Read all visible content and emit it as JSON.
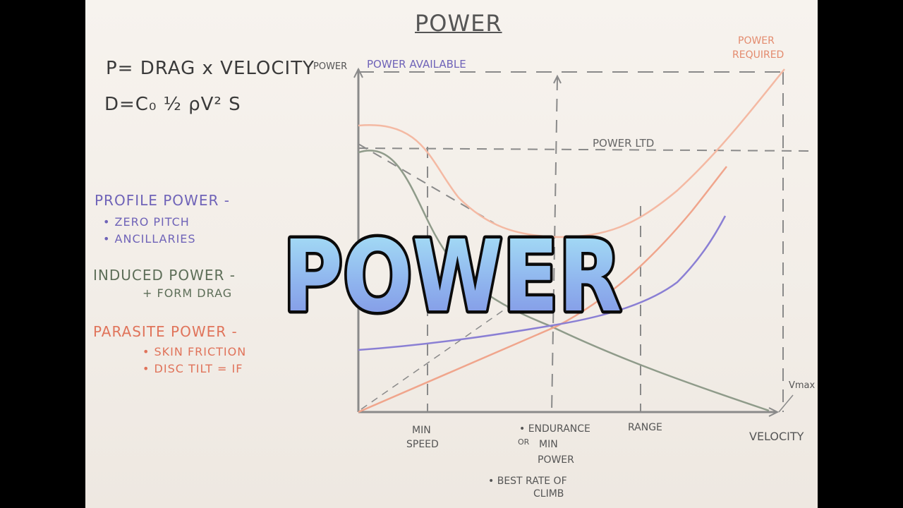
{
  "video": {
    "overlay_title": "POWER"
  },
  "whiteboard": {
    "heading": "POWER",
    "formula_power": "P= DRAG x VELOCITY",
    "formula_drag": "D=C₀ ½ ρV² S",
    "profile_power": {
      "label": "PROFILE POWER -",
      "bullets": [
        "• ZERO PITCH",
        "• ANCILLARIES"
      ]
    },
    "induced_power": {
      "label": "INDUCED POWER -",
      "bullets": [
        "+ FORM DRAG"
      ]
    },
    "parasite_power": {
      "label": "PARASITE POWER -",
      "bullets": [
        "• SKIN FRICTION",
        "• DISC TILT = IF"
      ]
    }
  },
  "graph": {
    "y_axis_label": "POWER",
    "x_axis_label": "VELOCITY",
    "power_available_label": "POWER AVAILABLE",
    "power_required_label": [
      "POWER",
      "REQUIRED"
    ],
    "power_ltd_label": "POWER LTD",
    "vmax_label": "Vmax",
    "min_speed_label": [
      "MIN",
      "SPEED"
    ],
    "endurance_label": [
      "• ENDURANCE",
      "MIN",
      "POWER"
    ],
    "or_label": "OR",
    "climb_label": [
      "• BEST RATE OF",
      "CLIMB"
    ],
    "range_label": "RANGE",
    "colors": {
      "profile": "#8a7fd4",
      "induced": "#8f9b8a",
      "parasite": "#f0a58c",
      "total": "#f4b9a3",
      "axis": "#8a8a8a",
      "dash": "#8a8a8a"
    }
  }
}
